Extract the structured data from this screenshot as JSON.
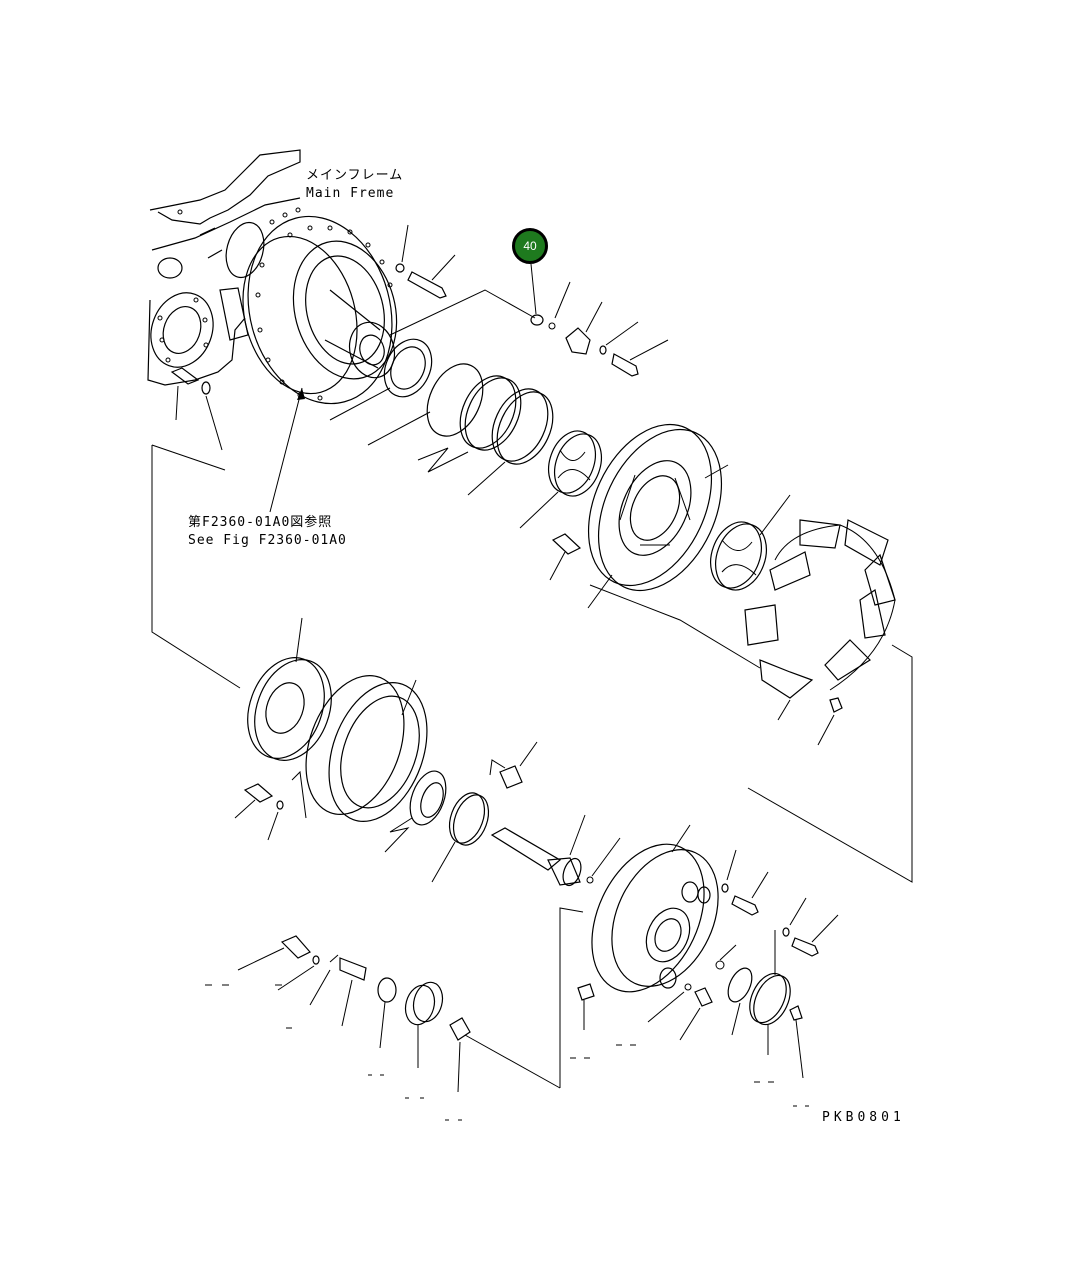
{
  "labels": {
    "main_frame_jp": "メインフレーム",
    "main_frame_en": "Main Freme",
    "ref_jp": "第F2360-01A0図参照",
    "ref_en": "See Fig F2360-01A0",
    "drawing_code": "PKB0801"
  },
  "callouts": [
    {
      "number": "40"
    }
  ],
  "colors": {
    "callout_fill": "#1e7a1e",
    "line": "#000000",
    "background": "#ffffff"
  }
}
